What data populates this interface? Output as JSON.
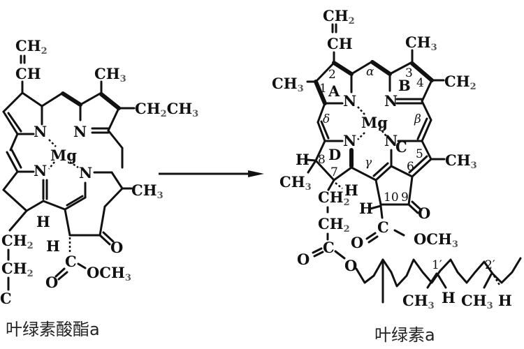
{
  "figure": {
    "type": "chemical-reaction-diagram",
    "left_molecule": {
      "caption": "叶绿素酸酯a",
      "labels": {
        "vinyl_top": "CH",
        "vinyl_top_sub": "2",
        "vinyl_ch": "CH",
        "methyl_b": "CH",
        "methyl_b_sub": "3",
        "ethyl": "CH",
        "ethyl_sub1": "2",
        "ethyl_mid": "CH",
        "ethyl_sub2": "3",
        "n1": "N",
        "n2": "N",
        "n3": "N",
        "n4": "N",
        "metal": "Mg",
        "methyl_c": "CH",
        "methyl_c_sub": "3",
        "h_d": "H",
        "ch2_a": "CH",
        "ch2_a_sub": "2",
        "ch2_b": "CH",
        "ch2_b_sub": "2",
        "c_tail": "C",
        "h_e": "H",
        "ketone_o": "O",
        "ester_c": "C",
        "ester_o": "O",
        "ester_och3": "OCH",
        "ester_och3_sub": "3"
      }
    },
    "arrow": {
      "direction": "right"
    },
    "right_molecule": {
      "caption": "叶绿素a",
      "labels": {
        "vinyl_top": "CH",
        "vinyl_top_sub": "2",
        "vinyl_ch": "CH",
        "methyl_1": "CH",
        "methyl_1_sub": "3",
        "methyl_3": "CH",
        "methyl_3_sub": "3",
        "ch2_4": "CH",
        "ch2_4_sub": "2",
        "ring_a": "A",
        "ring_b": "B",
        "ring_c": "C",
        "ring_d": "D",
        "n_a": "N",
        "n_b": "N",
        "n_c": "N",
        "n_d": "N",
        "metal": "Mg",
        "pos_1": "1",
        "pos_2": "2",
        "pos_3": "3",
        "pos_4": "4",
        "pos_5": "5",
        "pos_6": "6",
        "pos_7": "7",
        "pos_8": "8",
        "pos_9": "9",
        "pos_10": "10",
        "alpha": "α",
        "beta": "β",
        "gamma": "γ",
        "delta": "δ",
        "methyl_5": "CH",
        "methyl_5_sub": "3",
        "h_8": "H",
        "methyl_8": "CH",
        "methyl_8_sub": "3",
        "h_7": "H",
        "ch2_a": "CH",
        "ch2_a_sub": "2",
        "ch2_b": "CH",
        "ch2_b_sub": "2",
        "h_10": "H",
        "ketone_o": "O",
        "ester_c": "C",
        "ester_o": "O",
        "ester_och3": "OCH",
        "ester_och3_sub": "3",
        "phytyl_c": "C",
        "phytyl_o_double": "O",
        "phytyl_o": "O",
        "chiral_1": "1′",
        "chiral_2": "2′",
        "phytyl_methyl_1": "CH",
        "phytyl_methyl_1_sub": "3",
        "phytyl_h_1": "H",
        "phytyl_methyl_2": "CH",
        "phytyl_methyl_2_sub": "3",
        "phytyl_h_2": "H"
      }
    }
  }
}
